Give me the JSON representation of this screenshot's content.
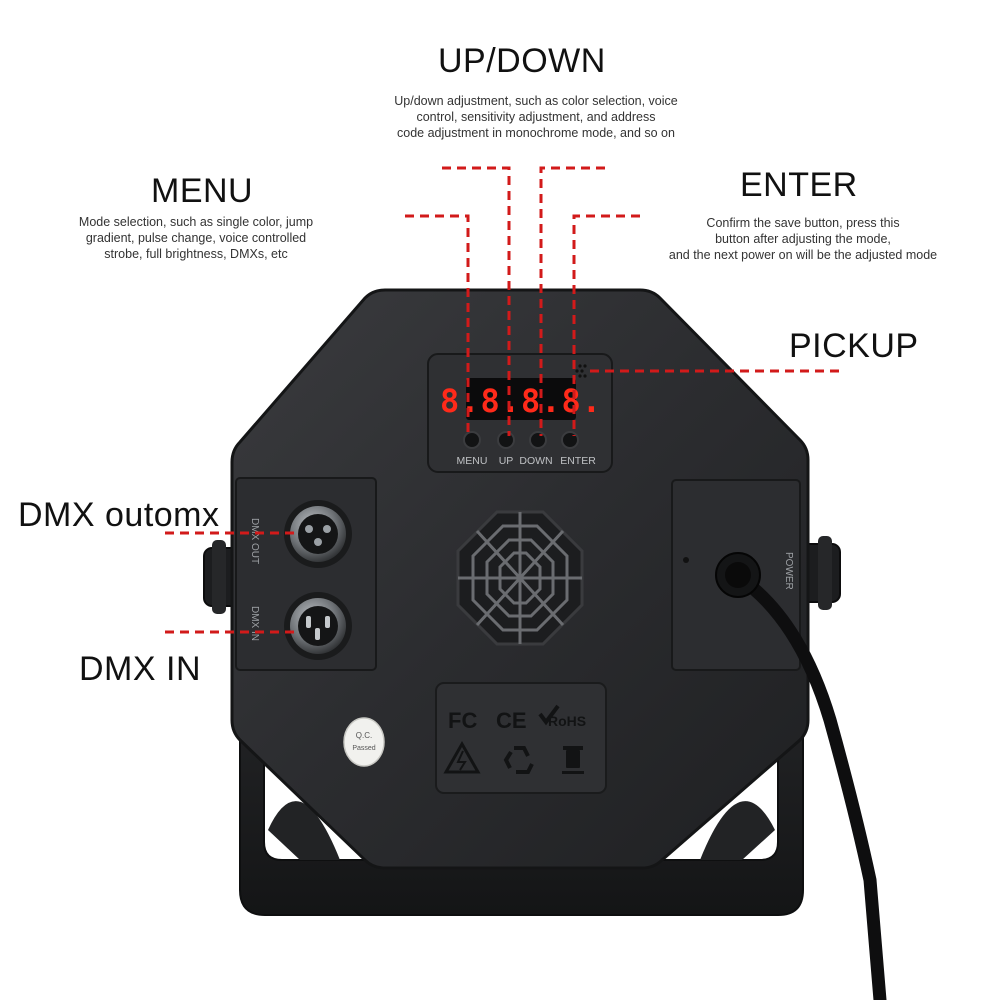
{
  "labels": {
    "up_down": {
      "title": "UP/DOWN",
      "desc": [
        "Up/down adjustment, such as color selection, voice",
        "control, sensitivity adjustment, and address",
        "code adjustment in monochrome mode, and so on"
      ]
    },
    "menu": {
      "title": "MENU",
      "desc": [
        "Mode selection, such as single color, jump",
        "gradient, pulse change, voice controlled",
        "strobe, full brightness, DMXs, etc"
      ]
    },
    "enter": {
      "title": "ENTER",
      "desc": [
        "Confirm the save button, press this",
        "button after adjusting the mode,",
        "and the next power on will be the adjusted mode"
      ]
    },
    "pickup": {
      "title": "PICKUP"
    },
    "dmx_out": {
      "title": "DMX outomx"
    },
    "dmx_in": {
      "title": "DMX IN"
    }
  },
  "device": {
    "display_readout": "8.8.8.8.",
    "button_labels": [
      "MENU",
      "UP",
      "DOWN",
      "ENTER"
    ],
    "port_labels": {
      "dmx_out": "DMX OUT",
      "dmx_in": "DMX IN",
      "power": "POWER"
    },
    "qc_sticker": [
      "Q.C.",
      "Passed"
    ],
    "cert_marks": [
      "FC",
      "CE",
      "RoHS"
    ]
  },
  "colors": {
    "callout_line": "#d21a1a",
    "body": "#2a2b2d",
    "body_edge": "#1a1b1c",
    "led": "#ff2a1a"
  }
}
